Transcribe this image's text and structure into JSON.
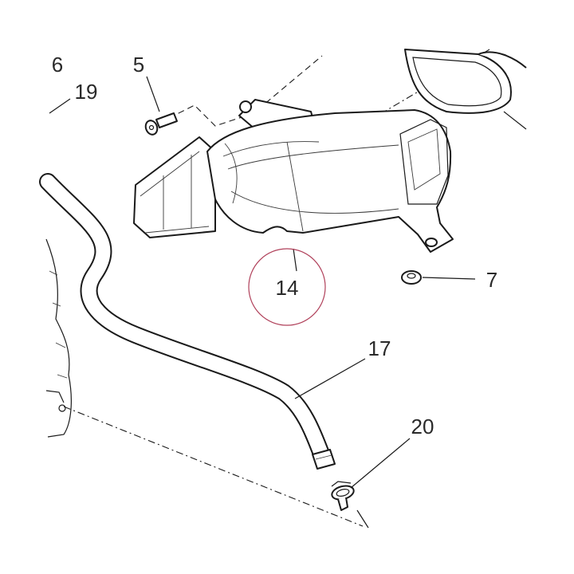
{
  "callouts": {
    "c5": "5",
    "c6": "6",
    "c19": "19",
    "c14": "14",
    "c7": "7",
    "c17": "17",
    "c20": "20"
  },
  "highlight": {
    "target_callout": "14",
    "circle_color": "#b0405a"
  },
  "colors": {
    "line": "#1a1a1a",
    "text": "#2a2a2a",
    "background": "#ffffff"
  }
}
